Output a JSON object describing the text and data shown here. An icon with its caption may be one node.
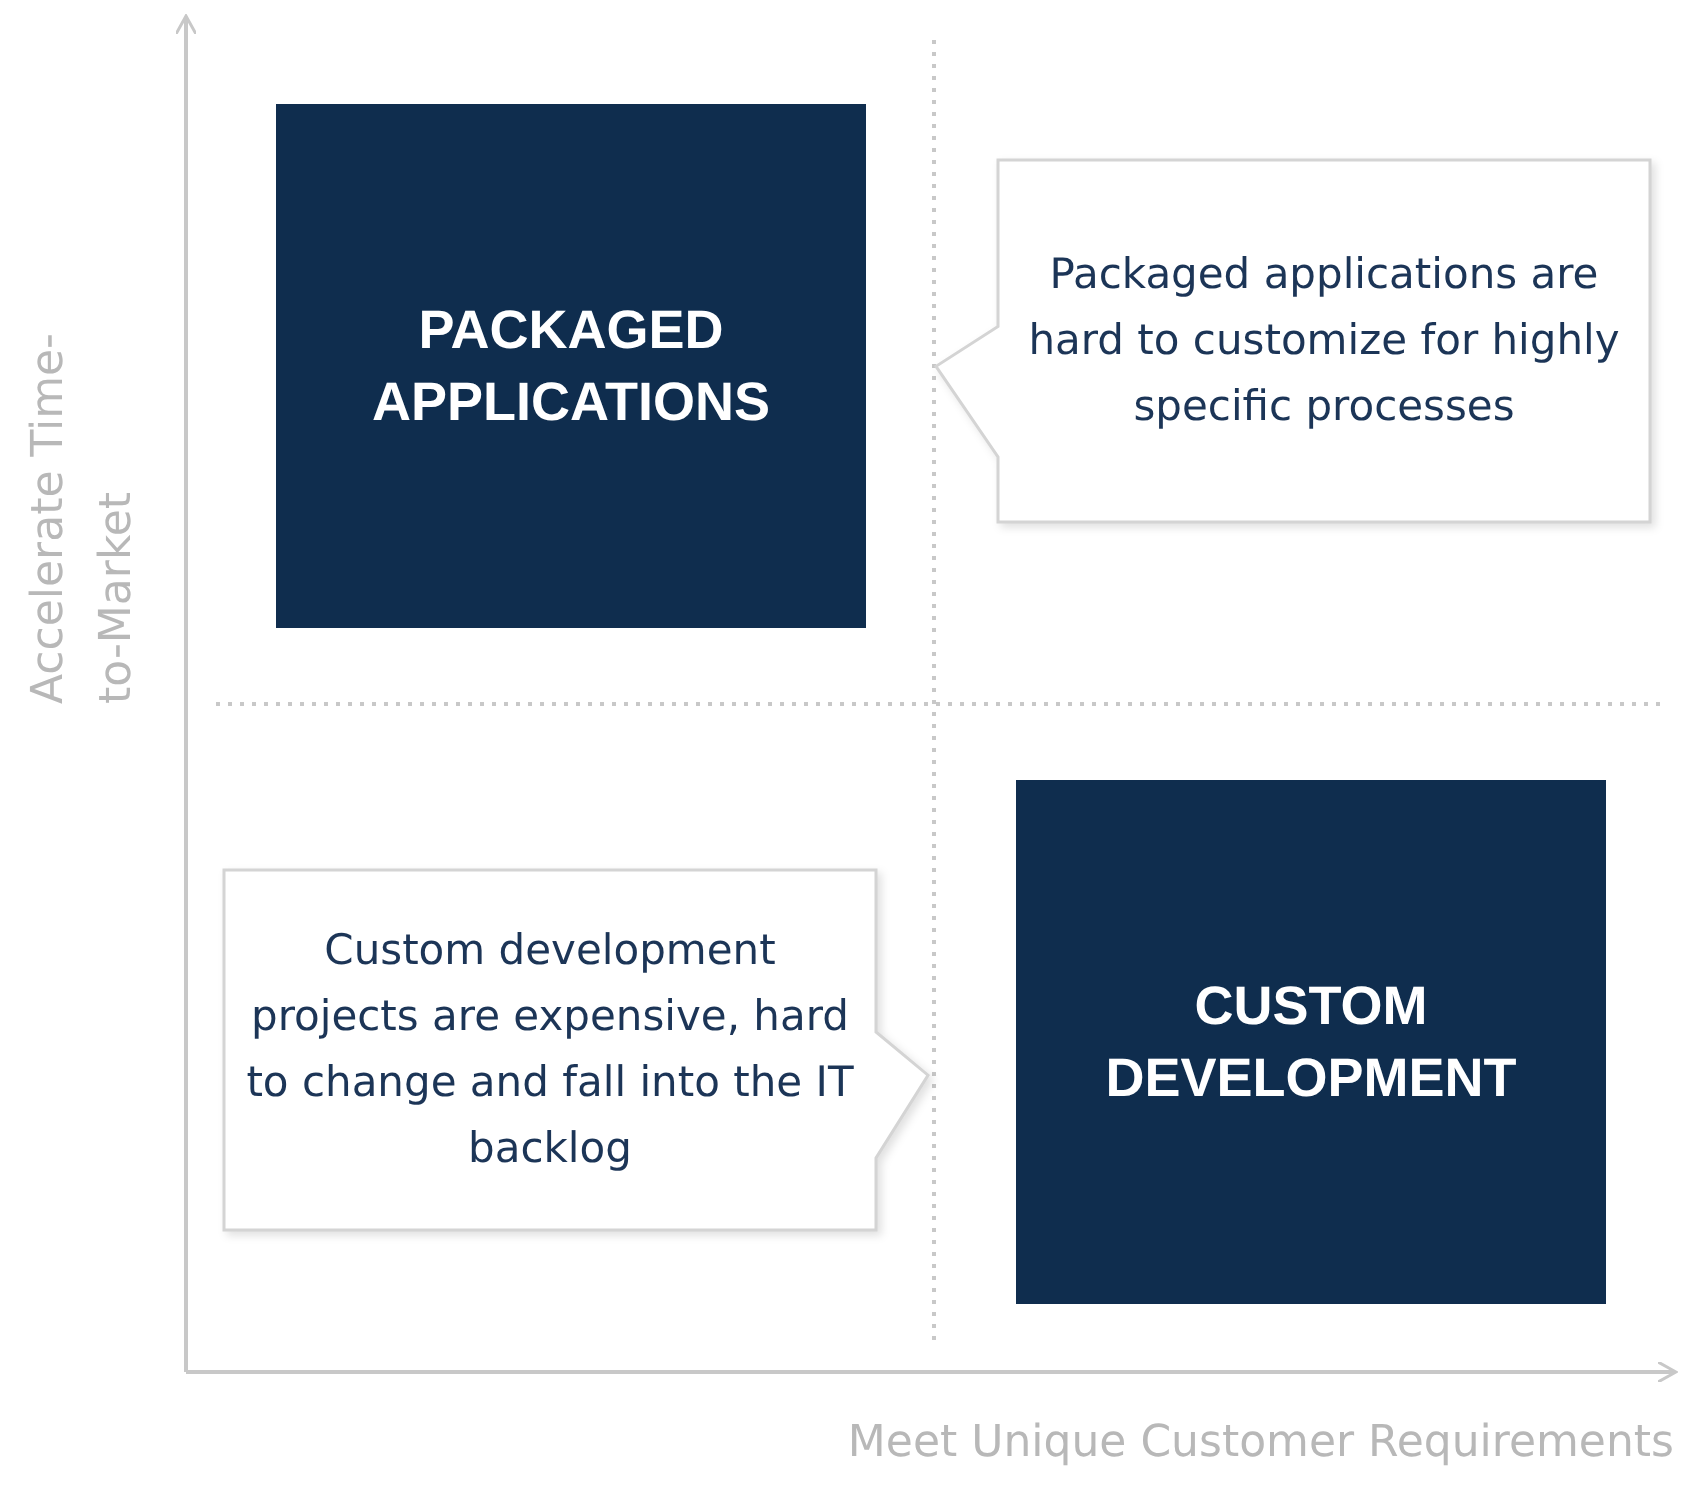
{
  "diagram": {
    "nodes": [
      {
        "text": [
          "PACKAGED APPLICATIONS"
        ]
      },
      {
        "text": [
          "Packaged applications are hard to customize for highly specific processes"
        ]
      },
      {
        "text": [
          "Custom development projects are expensive, hard to change and fall into the IT backlog"
        ]
      },
      {
        "text": [
          "CUSTOM DEVELOPMENT"
        ]
      }
    ],
    "edges": [],
    "labels": [
      "Accelerate Time-to-Market",
      "Meet Unique Customer Requirements"
    ]
  }
}
